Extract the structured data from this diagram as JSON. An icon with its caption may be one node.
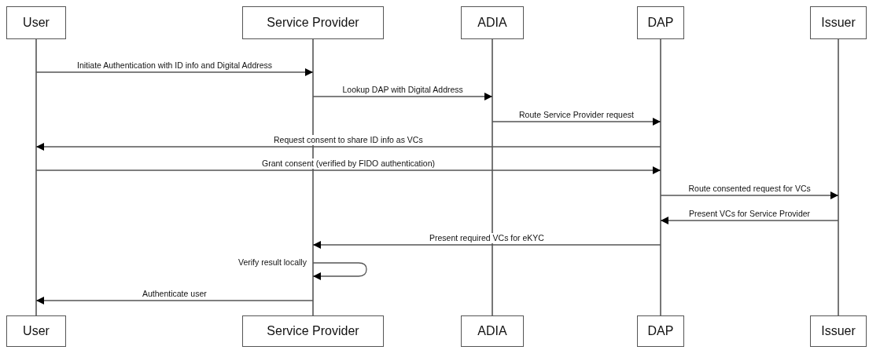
{
  "diagram": {
    "nodes": [
      {
        "text": [
          "User"
        ]
      },
      {
        "text": [
          "Service Provider"
        ]
      },
      {
        "text": [
          "ADIA"
        ]
      },
      {
        "text": [
          "DAP"
        ]
      },
      {
        "text": [
          "Issuer"
        ]
      },
      {
        "text": [],
        "shape": "line"
      },
      {
        "text": [],
        "shape": "line"
      },
      {
        "text": [],
        "shape": "line"
      },
      {
        "text": [],
        "shape": "line"
      },
      {
        "text": [],
        "shape": "line"
      },
      {
        "text": [
          "User"
        ]
      },
      {
        "text": [
          "Service Provider"
        ]
      },
      {
        "text": [
          "ADIA"
        ]
      },
      {
        "text": [
          "DAP"
        ]
      },
      {
        "text": [
          "Issuer"
        ]
      }
    ],
    "edges": [
      {
        "from": 5,
        "to": 6,
        "arrow": "to",
        "label": "Initiate Authentication with ID info and Digital Address"
      },
      {
        "from": 6,
        "to": 7,
        "arrow": "to",
        "label": "Lookup DAP with Digital Address"
      },
      {
        "from": 7,
        "to": 8,
        "arrow": "to",
        "label": "Route Service Provider request"
      },
      {
        "from": 8,
        "to": 5,
        "arrow": "to",
        "label": "Request consent to share ID info as VCs"
      },
      {
        "from": 5,
        "to": 8,
        "arrow": "to",
        "label": "Grant consent (verified by FIDO authentication)"
      },
      {
        "from": 8,
        "to": 9,
        "arrow": "to",
        "label": "Route consented request for VCs"
      },
      {
        "from": 9,
        "to": 8,
        "arrow": "to",
        "label": "Present VCs for Service Provider"
      },
      {
        "from": 8,
        "to": 6,
        "arrow": "to",
        "label": "Present required VCs for eKYC"
      },
      {
        "from": 6,
        "to": 6,
        "arrow": "to",
        "label": "Verify result locally"
      },
      {
        "from": 6,
        "to": 5,
        "arrow": "to",
        "label": "Authenticate user"
      }
    ]
  }
}
